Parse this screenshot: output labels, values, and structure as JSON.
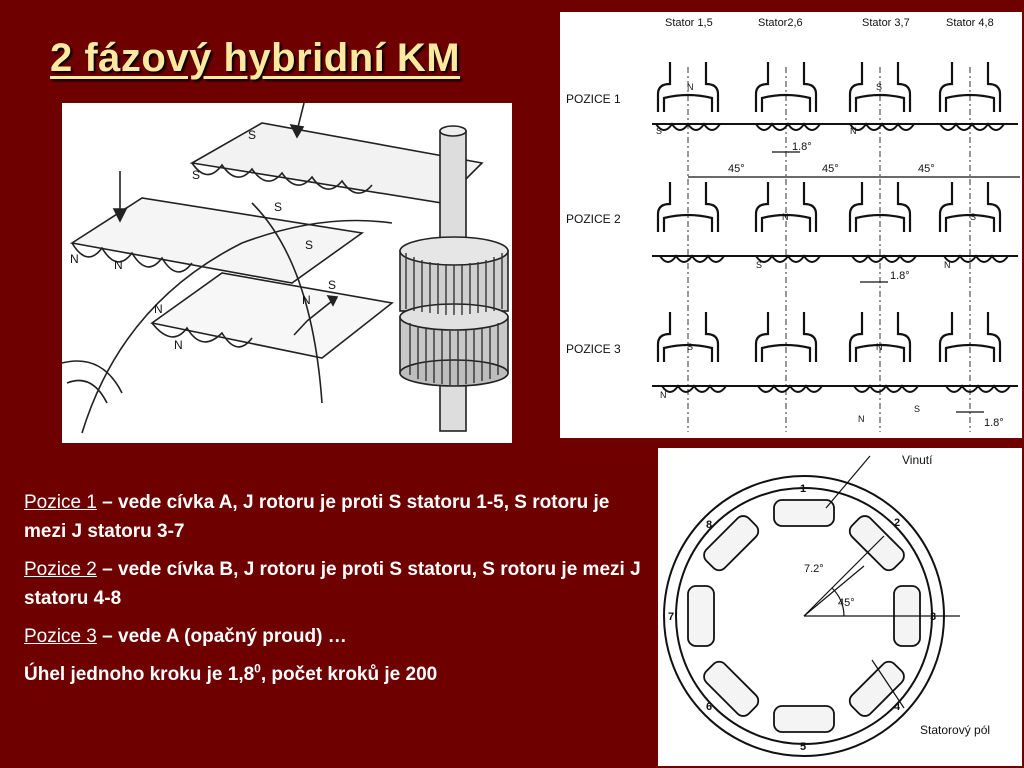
{
  "slide": {
    "title": "2 fázový hybridní KM"
  },
  "figure_perspective": {
    "labels": [
      "S",
      "S",
      "S",
      "S",
      "N",
      "N",
      "N",
      "N",
      "N",
      "S"
    ]
  },
  "figure_positions": {
    "stator_headers": [
      "Stator 1,5",
      "Stator2,6",
      "Stator 3,7",
      "Stator 4,8"
    ],
    "row_labels": [
      "POZICE 1",
      "POZICE 2",
      "POZICE 3"
    ],
    "angle_labels": [
      "45°",
      "45°",
      "45°"
    ],
    "step_labels": [
      "1.8°",
      "1.8°",
      "1.8°"
    ],
    "pole_letters": {
      "row1": [
        "N",
        "S"
      ],
      "row2": [
        "N",
        "S"
      ],
      "row3": [
        "S",
        "N"
      ],
      "rotor_row1": [
        "S",
        "N"
      ],
      "rotor_row2": [
        "S",
        "N"
      ],
      "rotor_row3": [
        "N",
        "N",
        "S"
      ]
    }
  },
  "figure_circle": {
    "callout_winding": "Vinutí",
    "callout_pole": "Statorový pól",
    "angle_small": "7.2°",
    "angle_large": "45°",
    "pole_numbers": [
      "1",
      "2",
      "3",
      "4",
      "5",
      "6",
      "7",
      "8"
    ]
  },
  "text": {
    "p1_key": "Pozice 1",
    "p1_rest": " – vede cívka A, J rotoru je proti S statoru 1-5, S rotoru je mezi J statoru 3-7",
    "p2_key": "Pozice 2",
    "p2_rest": " – vede cívka B, J rotoru je proti S statoru, S rotoru je mezi J statoru 4-8",
    "p3_key": "Pozice 3",
    "p3_rest": " – vede A (opačný proud) …",
    "p4_before": "Úhel jednoho kroku je 1,8",
    "p4_sup": "0",
    "p4_after": ", počet kroků je 200"
  }
}
